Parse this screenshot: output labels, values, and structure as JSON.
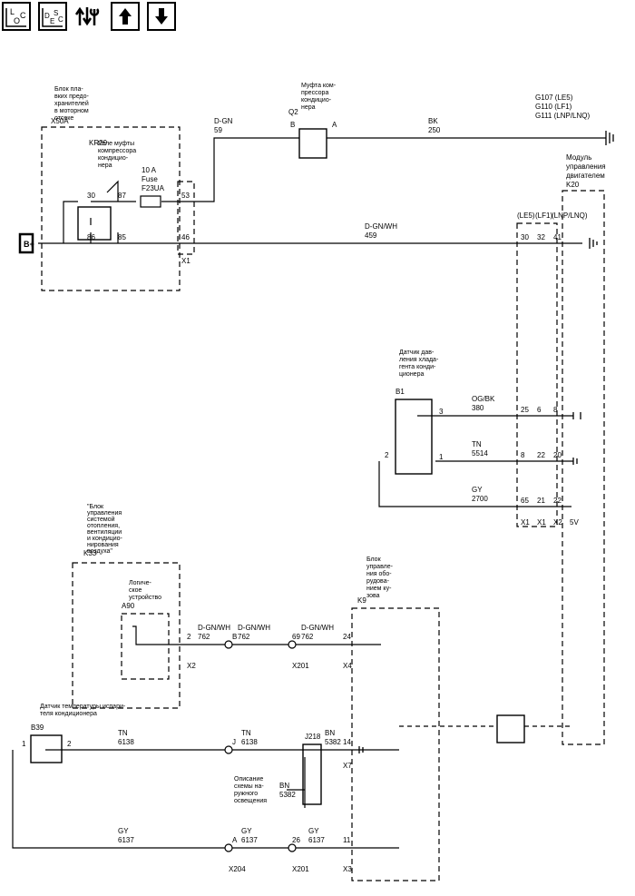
{
  "toolbar": {
    "loc_label": "LOC",
    "desc_label": "DESC",
    "buttons": [
      "loc",
      "desc",
      "tools",
      "up",
      "down"
    ]
  },
  "diagram": {
    "b_plus": "B+",
    "x50a": {
      "ref": "X50A",
      "desc": [
        "Блок пла-",
        "вких предо-",
        "хранителей",
        "в моторном",
        "отсеке"
      ],
      "connector": "X1",
      "pin_46": "46",
      "pin_53": "53"
    },
    "kr29": {
      "ref": "KR29",
      "desc": [
        "Реле муфты",
        "компрессора",
        "кондицио-",
        "нера"
      ],
      "pins": {
        "p30": "30",
        "p86": "86",
        "p87": "87",
        "p85": "85"
      }
    },
    "f23ua": {
      "ref": "F23UA",
      "desc": "Fuse",
      "rating": "10 A"
    },
    "q2": {
      "ref": "Q2",
      "desc": [
        "Муфта ком-",
        "прессора",
        "кондицио-",
        "нера"
      ],
      "pin_b": "B",
      "pin_a": "A"
    },
    "wires": {
      "w59": {
        "num": "59",
        "color": "D-GN"
      },
      "w250": {
        "num": "250",
        "color": "BK"
      },
      "w459": {
        "num": "459",
        "color": "D-GN/WH"
      },
      "w380": {
        "num": "380",
        "color": "OG/BK"
      },
      "w5514": {
        "num": "5514",
        "color": "TN"
      },
      "w2700": {
        "num": "2700",
        "color": "GY"
      },
      "w762a": {
        "num": "762",
        "color": "D-GN/WH"
      },
      "w762b": {
        "num": "762",
        "color": "D-GN/WH"
      },
      "w762c": {
        "num": "762",
        "color": "D-GN/WH"
      },
      "w6138a": {
        "num": "6138",
        "color": "TN"
      },
      "w6138b": {
        "num": "6138",
        "color": "TN"
      },
      "w5382a": {
        "num": "5382",
        "color": "BN"
      },
      "w5382b": {
        "num": "5382",
        "color": "BN"
      },
      "w6137a": {
        "num": "6137",
        "color": "GY"
      },
      "w6137b": {
        "num": "6137",
        "color": "GY"
      },
      "w6137c": {
        "num": "6137",
        "color": "GY"
      }
    },
    "grounds": [
      "G107 (LE5)",
      "G110 (LF1)",
      "G111 (LNP/LNQ)"
    ],
    "k20": {
      "ref": "K20",
      "desc": [
        "Модуль",
        "управления",
        "двигателем"
      ]
    },
    "k20_variants": [
      "(LE5)",
      "(LF1)",
      "(LNP/LNQ)"
    ],
    "k20_pins": {
      "r459": [
        "30",
        "32",
        "41"
      ],
      "r380": [
        "25",
        "6",
        "8"
      ],
      "r5514": [
        "8",
        "22",
        "20"
      ],
      "r2700": [
        "65",
        "21",
        "22"
      ]
    },
    "k20_connectors": [
      "X1",
      "X1",
      "X2"
    ],
    "five_v": "5V",
    "b1": {
      "ref": "B1",
      "desc": [
        "Датчик дав-",
        "ления хлада-",
        "гента конди-",
        "ционера"
      ],
      "pins": [
        "3",
        "2",
        "1"
      ]
    },
    "k33": {
      "ref": "K33",
      "desc": [
        "\"Блок",
        "управления",
        "системой",
        "отопления,",
        "вентиляции",
        "и кондицио-",
        "нирования",
        "воздуха\""
      ]
    },
    "a90": {
      "ref": "A90",
      "desc": [
        "Логиче-",
        "ское",
        "устройство"
      ]
    },
    "k9": {
      "ref": "K9",
      "desc": [
        "Блок",
        "управле-",
        "ния обо-",
        "рудова-",
        "нием ку-",
        "зова"
      ]
    },
    "b39": {
      "ref": "B39",
      "desc": [
        "Датчик температуры испари-",
        "теля кондиционера"
      ],
      "pin1": "1",
      "pin2": "2"
    },
    "j218": {
      "ref": "J218"
    },
    "lighting_note": [
      "Описание",
      "схемы на-",
      "ружного",
      "освещения"
    ],
    "inline": {
      "x2": "X2",
      "x2_pin": "2",
      "x201a": "X201",
      "x201a_pin": "69",
      "x4": "X4",
      "x4_pin": "24",
      "x7": "X7",
      "x7_pin": "14",
      "x201b": "X201",
      "x201b_pin": "26",
      "x3": "X3",
      "x3_pin": "11",
      "x204": "X204",
      "splice_b": "B",
      "splice_j": "J",
      "splice_a": "A"
    }
  }
}
